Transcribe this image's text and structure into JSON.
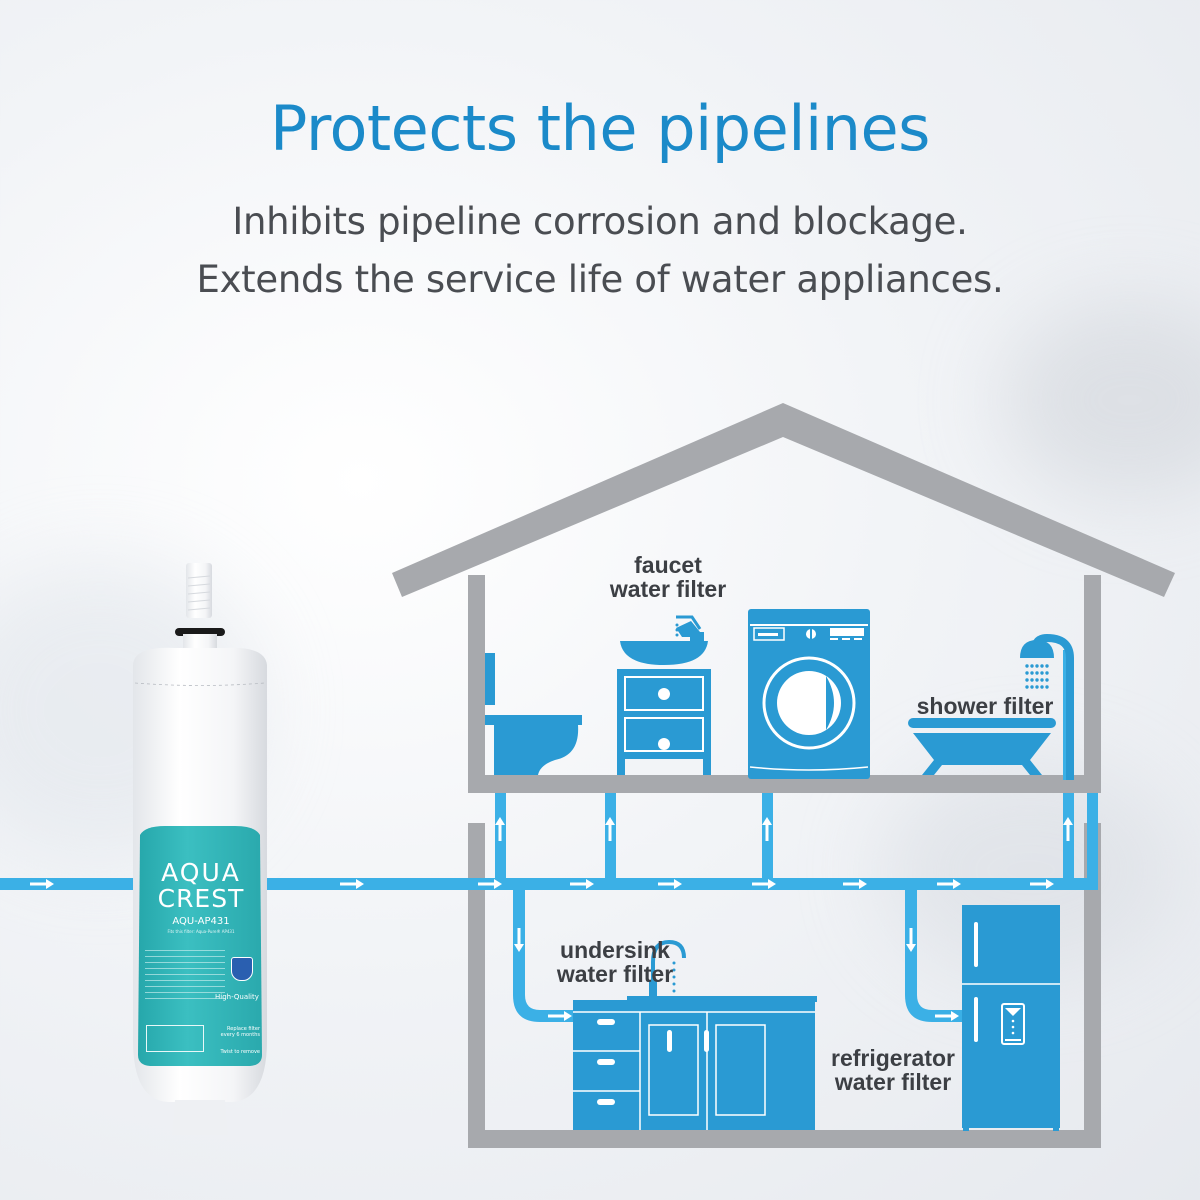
{
  "header": {
    "title": "Protects the pipelines",
    "subtitle_lines": [
      "Inhibits pipeline corrosion and blockage.",
      "Extends the service life of water appliances."
    ]
  },
  "product": {
    "brand_line1": "AQUA",
    "brand_line2": "CREST",
    "model": "AQU-AP431",
    "fits": "Fits this filter: Aqua-Pure® AP431",
    "badge": "High-Quality",
    "replace_note": "Replace filter every 6 months",
    "twist_note": "Twist to remove",
    "label_color": "#2fb5b8"
  },
  "diagram": {
    "labels": {
      "faucet": [
        "faucet",
        "water filter"
      ],
      "shower": [
        "shower filter"
      ],
      "undersink": [
        "undersink",
        "water filter"
      ],
      "refrigerator": [
        "refrigerator",
        "water filter"
      ]
    },
    "colors": {
      "pipe": "#3bb0e6",
      "appliance": "#2a9ad3",
      "house": "#a7a9ad",
      "label_text": "#3c3f44",
      "title": "#1b8ac9"
    },
    "appliances": [
      "toilet",
      "sink-cabinet",
      "washing-machine",
      "bathtub-shower",
      "kitchen-cabinet",
      "refrigerator"
    ]
  }
}
